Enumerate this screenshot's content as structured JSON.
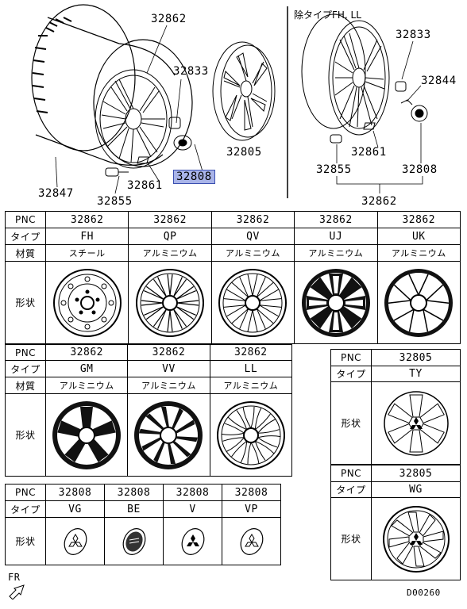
{
  "callouts": {
    "c32862": "32862",
    "c32833a": "32833",
    "c32805": "32805",
    "c32847": "32847",
    "c32861a": "32861",
    "c32808a": "32808",
    "c32855a": "32855",
    "note": "除タイプFH, LL",
    "c32833b": "32833",
    "c32844": "32844",
    "c32861b": "32861",
    "c32855b": "32855",
    "c32808b": "32808",
    "c32862b": "32862"
  },
  "row_headers": {
    "pnc": "PNC",
    "type": "タイプ",
    "material": "材質",
    "shape": "形状"
  },
  "table1": [
    {
      "pnc": "32862",
      "type": "FH",
      "material": "スチール"
    },
    {
      "pnc": "32862",
      "type": "QP",
      "material": "アルミニウム"
    },
    {
      "pnc": "32862",
      "type": "QV",
      "material": "アルミニウム"
    },
    {
      "pnc": "32862",
      "type": "UJ",
      "material": "アルミニウム"
    },
    {
      "pnc": "32862",
      "type": "UK",
      "material": "アルミニウム"
    }
  ],
  "table2": [
    {
      "pnc": "32862",
      "type": "GM",
      "material": "アルミニウム"
    },
    {
      "pnc": "32862",
      "type": "VV",
      "material": "アルミニウム"
    },
    {
      "pnc": "32862",
      "type": "LL",
      "material": "アルミニウム"
    }
  ],
  "table3": [
    {
      "pnc": "32808",
      "type": "VG"
    },
    {
      "pnc": "32808",
      "type": "BE"
    },
    {
      "pnc": "32808",
      "type": "V"
    },
    {
      "pnc": "32808",
      "type": "VP"
    }
  ],
  "table4": {
    "pnc": "32805",
    "type": "TY"
  },
  "table5": {
    "pnc": "32805",
    "type": "WG"
  },
  "fr_label": "FR",
  "diagram_id": "D00260"
}
